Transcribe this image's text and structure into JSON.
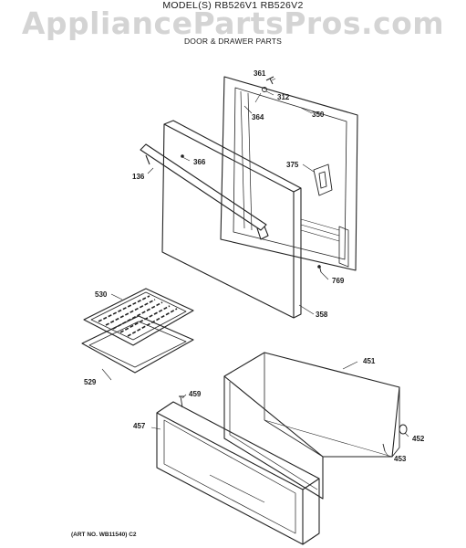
{
  "watermark": "AppliancePartsPros.com",
  "model_line": "MODEL(S) RB526V1  RB526V2",
  "section_title": "DOOR & DRAWER PARTS",
  "parts": {
    "p361": "361",
    "p312": "312",
    "p364": "364",
    "p350": "350",
    "p366": "366",
    "p136": "136",
    "p375": "375",
    "p769": "769",
    "p530": "530",
    "p358": "358",
    "p451": "451",
    "p529": "529",
    "p459": "459",
    "p457": "457",
    "p452": "452",
    "p453": "453"
  },
  "art_number": "(ART NO. WB11540)  C2"
}
